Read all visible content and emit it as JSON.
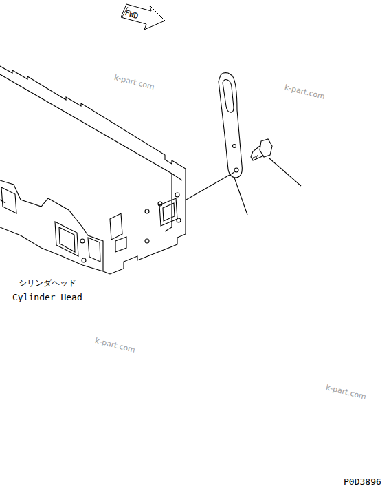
{
  "diagram": {
    "nodes": [
      {
        "text": [
          "FWD"
        ]
      }
    ],
    "labels": [
      "k-part.com",
      "k-part.com",
      "シリンダヘッド",
      "Cylinder Head",
      "k-part.com",
      "k-part.com",
      "P0D3896"
    ]
  }
}
